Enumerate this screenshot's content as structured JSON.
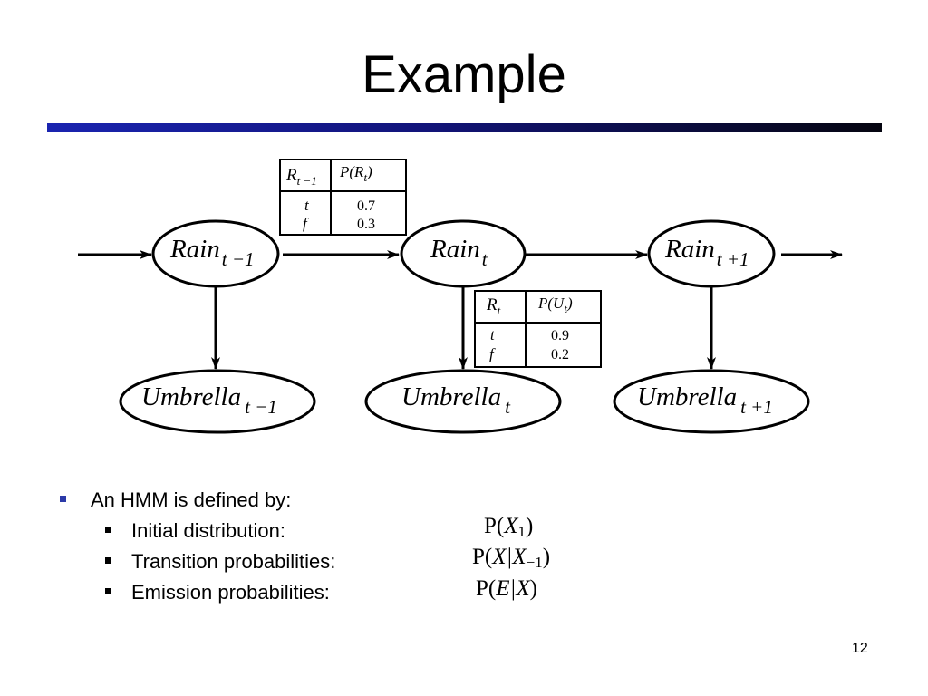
{
  "slide": {
    "title": "Example",
    "page_number": "12"
  },
  "diagram": {
    "rain_nodes": [
      {
        "base": "Rain",
        "sub": "t −1"
      },
      {
        "base": "Rain",
        "sub": "t"
      },
      {
        "base": "Rain",
        "sub": "t +1"
      }
    ],
    "umbrella_nodes": [
      {
        "base": "Umbrella",
        "sub": "t −1"
      },
      {
        "base": "Umbrella",
        "sub": "t"
      },
      {
        "base": "Umbrella",
        "sub": "t +1"
      }
    ],
    "transition_table": {
      "col1_base": "R",
      "col1_sub": "t −1",
      "col2": "P(R",
      "col2_sub": "t",
      "col2_close": ")",
      "rows": [
        {
          "key": "t",
          "value": "0.7"
        },
        {
          "key": "f",
          "value": "0.3"
        }
      ]
    },
    "emission_table": {
      "col1_base": "R",
      "col1_sub": "t",
      "col2": "P(U",
      "col2_sub": "t",
      "col2_close": ")",
      "rows": [
        {
          "key": "t",
          "value": "0.9"
        },
        {
          "key": "f",
          "value": "0.2"
        }
      ]
    }
  },
  "bullets": {
    "main": "An HMM is defined by:",
    "items": [
      {
        "label": "Initial distribution:",
        "formula": {
          "a": "P(",
          "b": "X",
          "sub": "1",
          "c": ")"
        }
      },
      {
        "label": "Transition probabilities:",
        "formula": {
          "a": "P(",
          "b": "X|X",
          "sub": "−1",
          "c": ")"
        }
      },
      {
        "label": "Emission probabilities:",
        "formula": {
          "a": "P(",
          "b": "E|X",
          "sub": "",
          "c": ")"
        }
      }
    ]
  }
}
